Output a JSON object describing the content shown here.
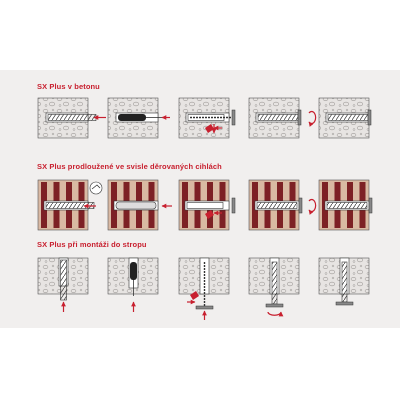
{
  "sections": [
    {
      "title": "SX Plus v betonu"
    },
    {
      "title": "SX Plus prodloužené ve svisle děrovaných cihlách"
    },
    {
      "title": "SX Plus při montáži do stropu"
    }
  ],
  "colors": {
    "accent_red": "#c8202f",
    "panel_bg": "#f1efee",
    "concrete": "#e6e3e1",
    "brick_dark": "#7d2025",
    "brick_light": "#d9b9a3",
    "outline": "#2b2b2b"
  },
  "icons": [
    "drill-icon",
    "arrow-icon",
    "rotation-icon",
    "hammer-icon",
    "screw-icon",
    "dowel-icon"
  ]
}
